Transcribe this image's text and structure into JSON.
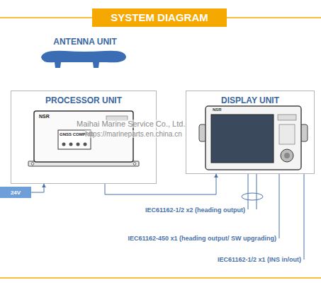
{
  "diagram": {
    "title": "SYSTEM DIAGRAM",
    "nodes": [
      {
        "text": [
          "ANTENNA UNIT"
        ]
      },
      {
        "text": [
          "PROCESSOR UNIT"
        ]
      },
      {
        "text": [
          "DISPLAY UNIT"
        ]
      },
      {
        "text": [
          "24V"
        ]
      }
    ],
    "edges": [
      {
        "from": 3,
        "to": 1,
        "arrow": "to"
      },
      {
        "from": 1,
        "to": 2,
        "arrow": "to"
      }
    ],
    "labels": [
      "NSR",
      "GNSS COMPASS",
      "NSR",
      "Maihai Marine Service Co., Ltd.",
      "https://marineparts.en.china.cn",
      "IEC61162-1/2 x2 (heading output)",
      "IEC61162-450 x1 (heading output/ SW upgrading)",
      "IEC61162-1/2 x1 (INS in/out)"
    ]
  }
}
